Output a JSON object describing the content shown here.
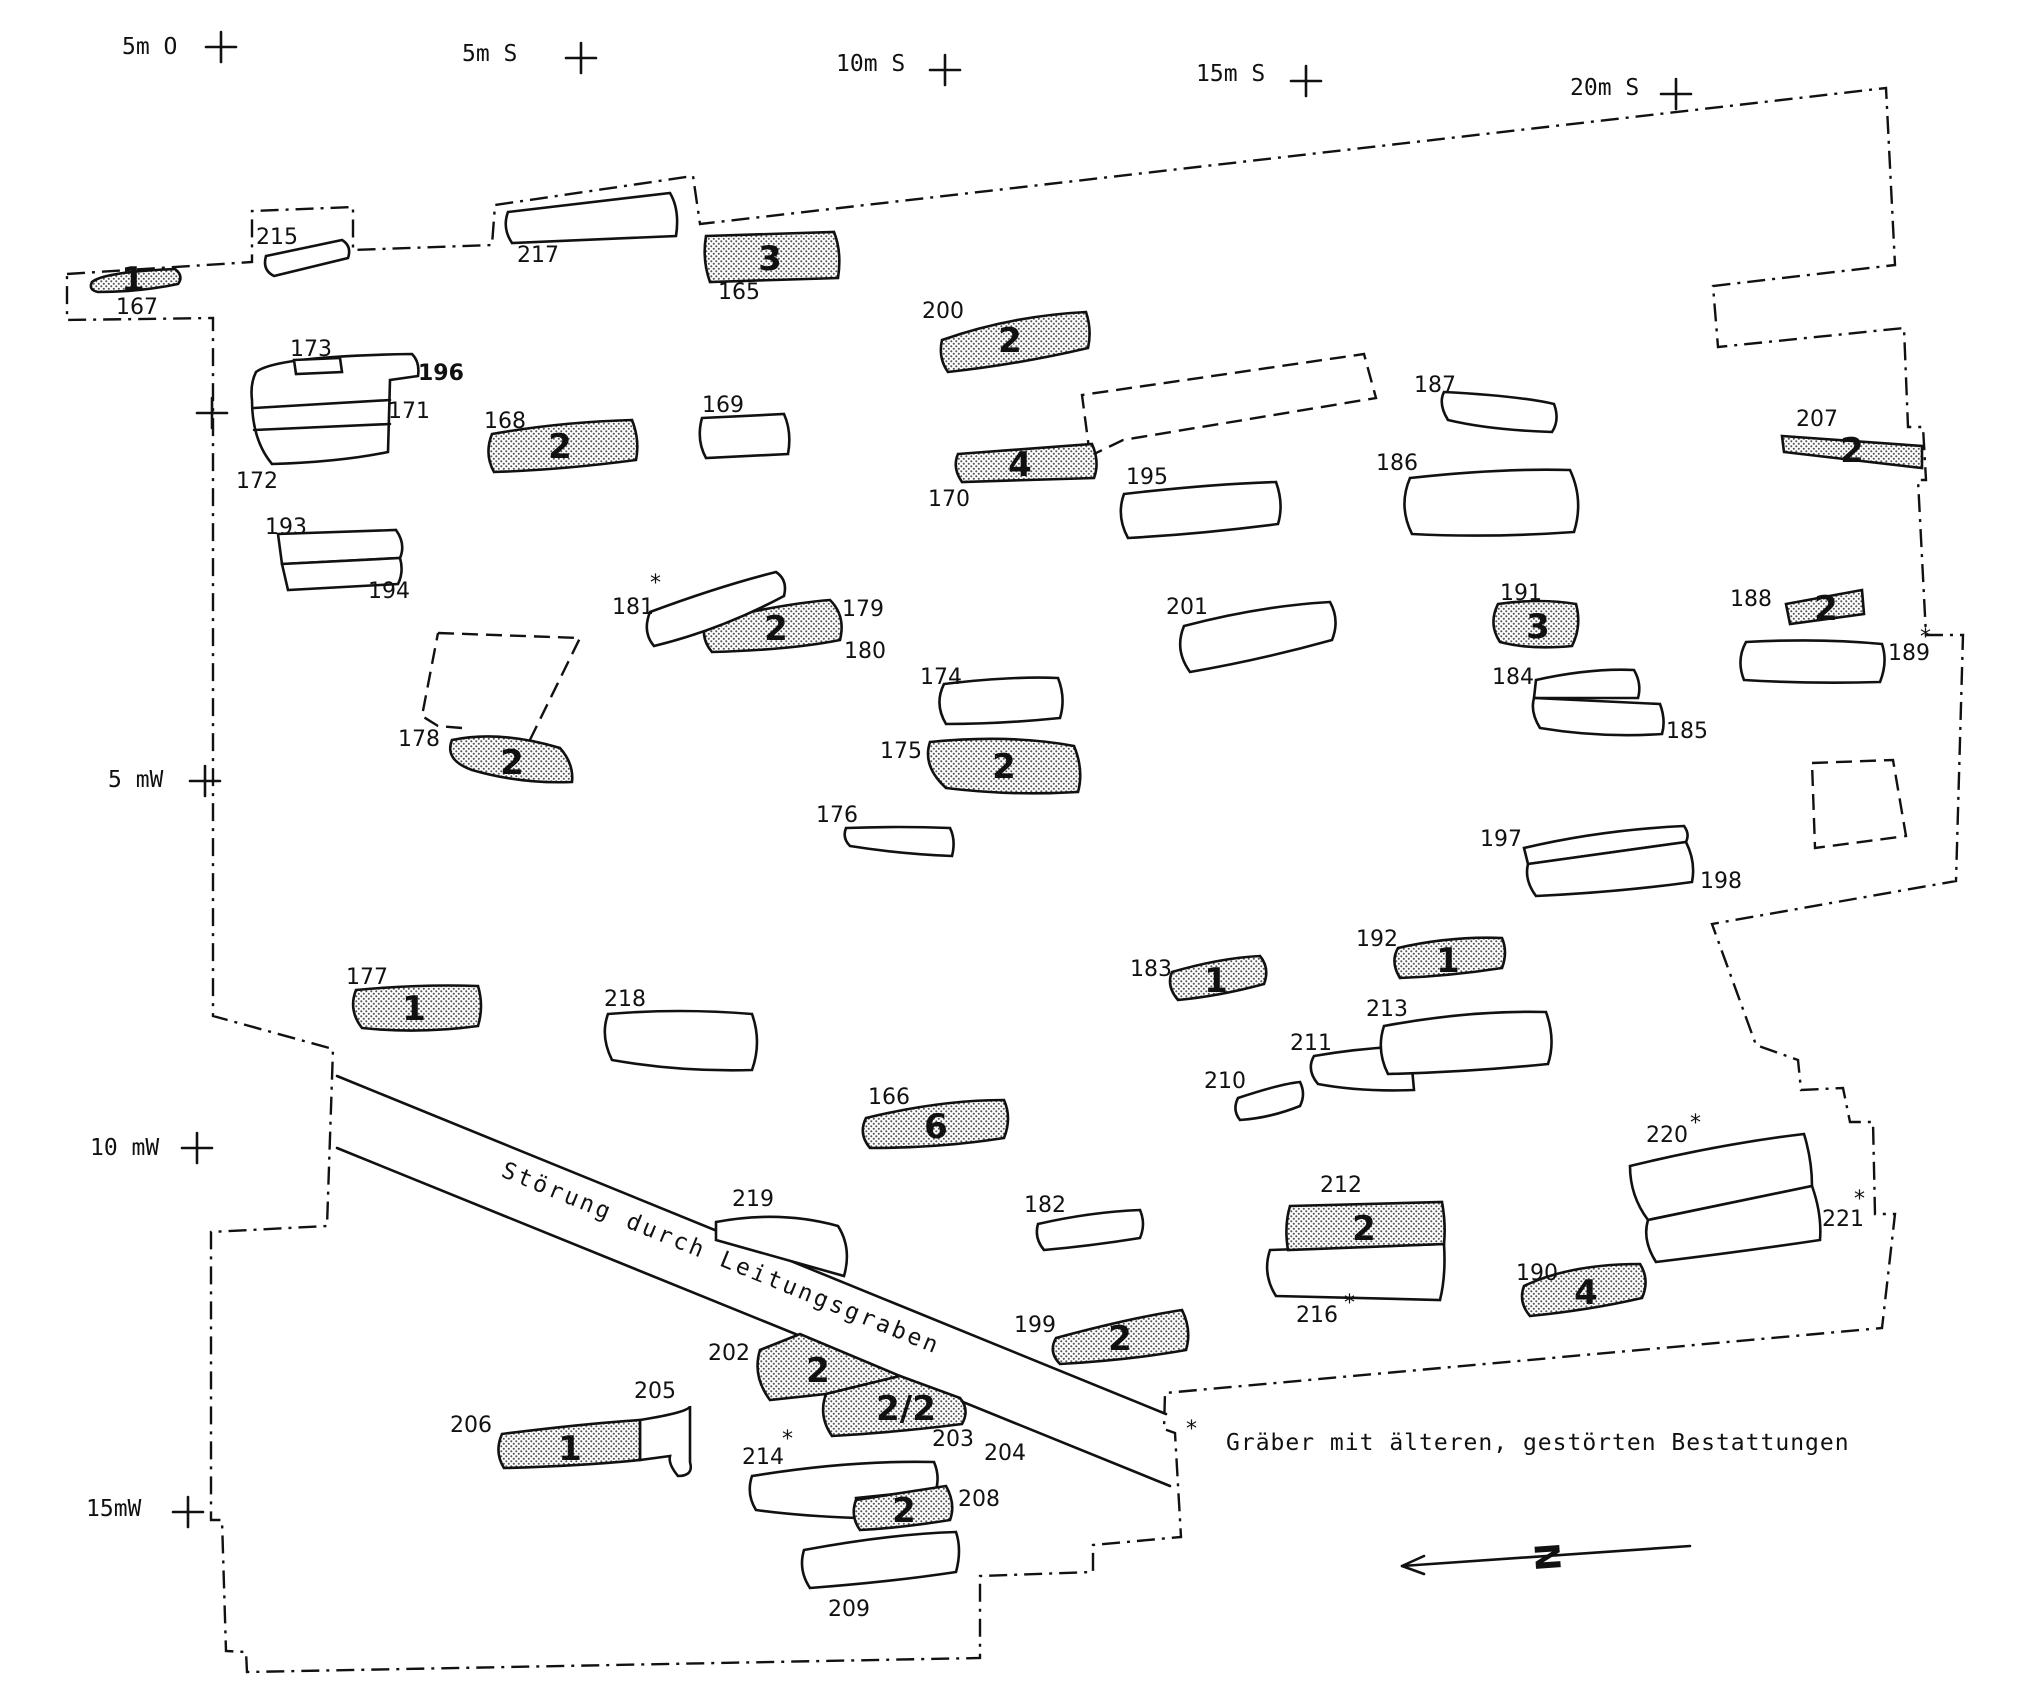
{
  "grid_labels": [
    {
      "id": "5mO",
      "text": "5m O"
    },
    {
      "id": "5mS",
      "text": "5m S"
    },
    {
      "id": "10mS",
      "text": "10m S"
    },
    {
      "id": "15mS",
      "text": "15m S"
    },
    {
      "id": "20mS",
      "text": "20m S"
    },
    {
      "id": "5mW",
      "text": "5 mW"
    },
    {
      "id": "10mW",
      "text": "10 mW"
    },
    {
      "id": "15mW",
      "text": "15mW"
    }
  ],
  "graves": [
    {
      "id": "167",
      "label": "167",
      "count": "1"
    },
    {
      "id": "215",
      "label": "215",
      "count": ""
    },
    {
      "id": "217",
      "label": "217",
      "count": ""
    },
    {
      "id": "165",
      "label": "165",
      "count": "3"
    },
    {
      "id": "200",
      "label": "200",
      "count": "2"
    },
    {
      "id": "173",
      "label": "173",
      "count": ""
    },
    {
      "id": "196",
      "label": "196",
      "count": ""
    },
    {
      "id": "171",
      "label": "171",
      "count": ""
    },
    {
      "id": "172",
      "label": "172",
      "count": ""
    },
    {
      "id": "168",
      "label": "168",
      "count": "2"
    },
    {
      "id": "169",
      "label": "169",
      "count": ""
    },
    {
      "id": "170",
      "label": "170",
      "count": "4"
    },
    {
      "id": "187",
      "label": "187",
      "count": ""
    },
    {
      "id": "207",
      "label": "207",
      "count": "2"
    },
    {
      "id": "195",
      "label": "195",
      "count": ""
    },
    {
      "id": "186",
      "label": "186",
      "count": ""
    },
    {
      "id": "193",
      "label": "193",
      "count": ""
    },
    {
      "id": "194",
      "label": "194",
      "count": ""
    },
    {
      "id": "181",
      "label": "181",
      "count": ""
    },
    {
      "id": "179",
      "label": "179",
      "count": "2"
    },
    {
      "id": "180",
      "label": "180",
      "count": ""
    },
    {
      "id": "201",
      "label": "201",
      "count": ""
    },
    {
      "id": "191",
      "label": "191",
      "count": "3"
    },
    {
      "id": "188",
      "label": "188",
      "count": "2"
    },
    {
      "id": "189",
      "label": "189",
      "count": ""
    },
    {
      "id": "174",
      "label": "174",
      "count": ""
    },
    {
      "id": "184",
      "label": "184",
      "count": ""
    },
    {
      "id": "185",
      "label": "185",
      "count": ""
    },
    {
      "id": "178",
      "label": "178",
      "count": "2"
    },
    {
      "id": "175",
      "label": "175",
      "count": "2"
    },
    {
      "id": "176",
      "label": "176",
      "count": ""
    },
    {
      "id": "197",
      "label": "197",
      "count": ""
    },
    {
      "id": "198",
      "label": "198",
      "count": ""
    },
    {
      "id": "177",
      "label": "177",
      "count": "1"
    },
    {
      "id": "218",
      "label": "218",
      "count": ""
    },
    {
      "id": "183",
      "label": "183",
      "count": "1"
    },
    {
      "id": "192",
      "label": "192",
      "count": "1"
    },
    {
      "id": "213",
      "label": "213",
      "count": ""
    },
    {
      "id": "211",
      "label": "211",
      "count": ""
    },
    {
      "id": "210",
      "label": "210",
      "count": ""
    },
    {
      "id": "166",
      "label": "166",
      "count": "6"
    },
    {
      "id": "220",
      "label": "220",
      "count": ""
    },
    {
      "id": "221",
      "label": "221",
      "count": ""
    },
    {
      "id": "219",
      "label": "219",
      "count": ""
    },
    {
      "id": "182",
      "label": "182",
      "count": ""
    },
    {
      "id": "212",
      "label": "212",
      "count": "2"
    },
    {
      "id": "216",
      "label": "216",
      "count": ""
    },
    {
      "id": "190",
      "label": "190",
      "count": "4"
    },
    {
      "id": "199",
      "label": "199",
      "count": "2"
    },
    {
      "id": "202",
      "label": "202",
      "count": "2"
    },
    {
      "id": "203",
      "label": "203",
      "count": "2/2"
    },
    {
      "id": "204",
      "label": "204",
      "count": ""
    },
    {
      "id": "205",
      "label": "205",
      "count": ""
    },
    {
      "id": "206",
      "label": "206",
      "count": "1"
    },
    {
      "id": "214",
      "label": "214",
      "count": ""
    },
    {
      "id": "208",
      "label": "208",
      "count": "2"
    },
    {
      "id": "209",
      "label": "209",
      "count": ""
    }
  ],
  "asterisk": "*",
  "disturbance_label": "Störung durch Leitungsgraben",
  "legend_text": "Gräber mit älteren, gestörten Bestattungen",
  "north_letter": "N"
}
